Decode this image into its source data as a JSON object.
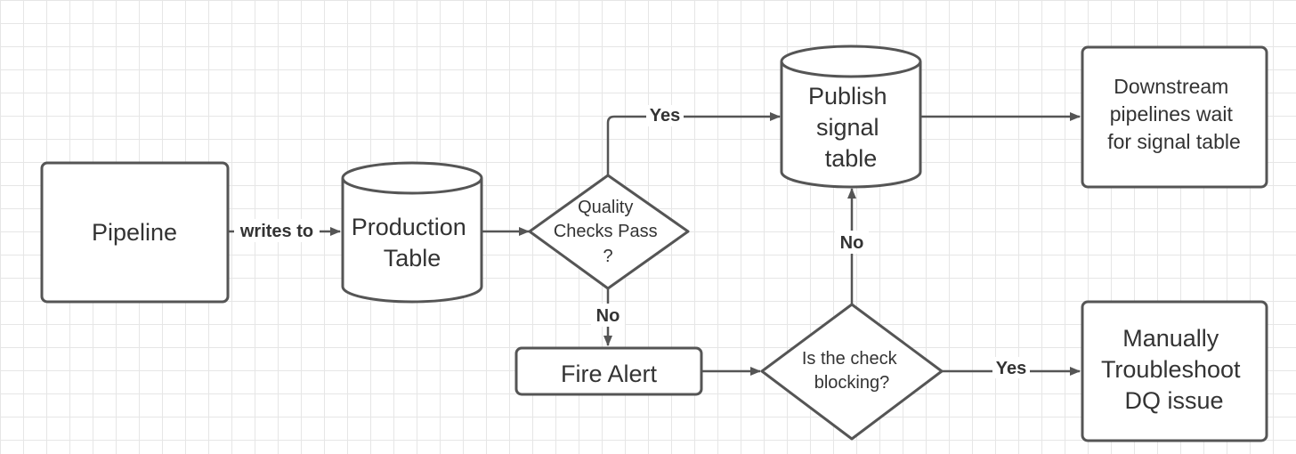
{
  "nodes": {
    "pipeline": {
      "lines": [
        "Pipeline"
      ]
    },
    "production_table": {
      "lines": [
        "Production",
        "Table"
      ]
    },
    "quality_checks": {
      "lines": [
        "Quality",
        "Checks Pass",
        "?"
      ]
    },
    "publish_signal": {
      "lines": [
        "Publish",
        "signal",
        "table"
      ]
    },
    "downstream": {
      "lines": [
        "Downstream",
        "pipelines wait",
        "for signal table"
      ]
    },
    "fire_alert": {
      "lines": [
        "Fire Alert"
      ]
    },
    "check_blocking": {
      "lines": [
        "Is the check",
        "blocking?"
      ]
    },
    "troubleshoot": {
      "lines": [
        "Manually",
        "Troubleshoot",
        "DQ issue"
      ]
    }
  },
  "edges": {
    "writes_to": "writes to",
    "qc_yes": "Yes",
    "qc_no": "No",
    "blocking_no": "No",
    "blocking_yes": "Yes"
  },
  "colors": {
    "stroke": "#555555",
    "text": "#333333",
    "grid": "#e6e6e6"
  }
}
